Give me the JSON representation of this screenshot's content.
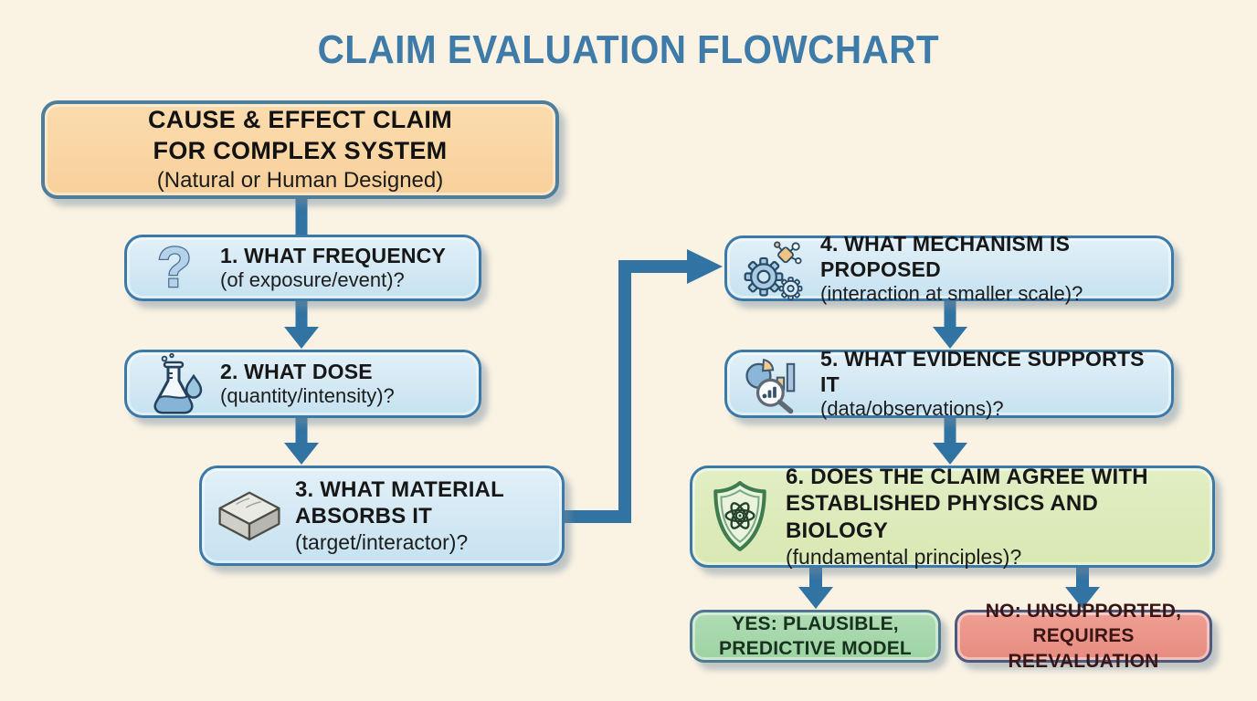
{
  "title": "CLAIM EVALUATION FLOWCHART",
  "colors": {
    "background": "#faf3e4",
    "title_text": "#3e7ba8",
    "arrow": "#3173a3",
    "start_fill": "#f8d09a",
    "start_border": "#4d7f9a",
    "step_fill": "#cde7f3",
    "step_border": "#3a79a8",
    "check_fill": "#d9e8b3",
    "yes_fill": "#9dd3a3",
    "no_fill": "#e78b80"
  },
  "start": {
    "line1": "CAUSE & EFFECT CLAIM",
    "line2": "FOR COMPLEX SYSTEM",
    "sub": "(Natural or Human Designed)"
  },
  "steps": [
    {
      "line1": "1. WHAT FREQUENCY",
      "sub": "(of exposure/event)?",
      "icon": "question-mark-icon"
    },
    {
      "line1": "2. WHAT DOSE",
      "sub": "(quantity/intensity)?",
      "icon": "flask-droplet-icon"
    },
    {
      "line1": "3. WHAT MATERIAL",
      "line2": "ABSORBS IT",
      "sub": "(target/interactor)?",
      "icon": "cube-icon"
    },
    {
      "line1": "4. WHAT MECHANISM IS PROPOSED",
      "sub": "(interaction at smaller scale)?",
      "icon": "gears-molecule-icon"
    },
    {
      "line1": "5. WHAT EVIDENCE SUPPORTS IT",
      "sub": "(data/observations)?",
      "icon": "magnifier-charts-icon"
    },
    {
      "line1": "6. DOES THE CLAIM AGREE WITH",
      "line2": "ESTABLISHED PHYSICS AND BIOLOGY",
      "sub": "(fundamental principles)?",
      "icon": "shield-atom-icon"
    }
  ],
  "outcomes": {
    "yes": {
      "line1": "YES: PLAUSIBLE,",
      "line2": "PREDICTIVE MODEL"
    },
    "no": {
      "line1": "NO: UNSUPPORTED,",
      "line2": "REQUIRES REEVALUATION"
    }
  }
}
